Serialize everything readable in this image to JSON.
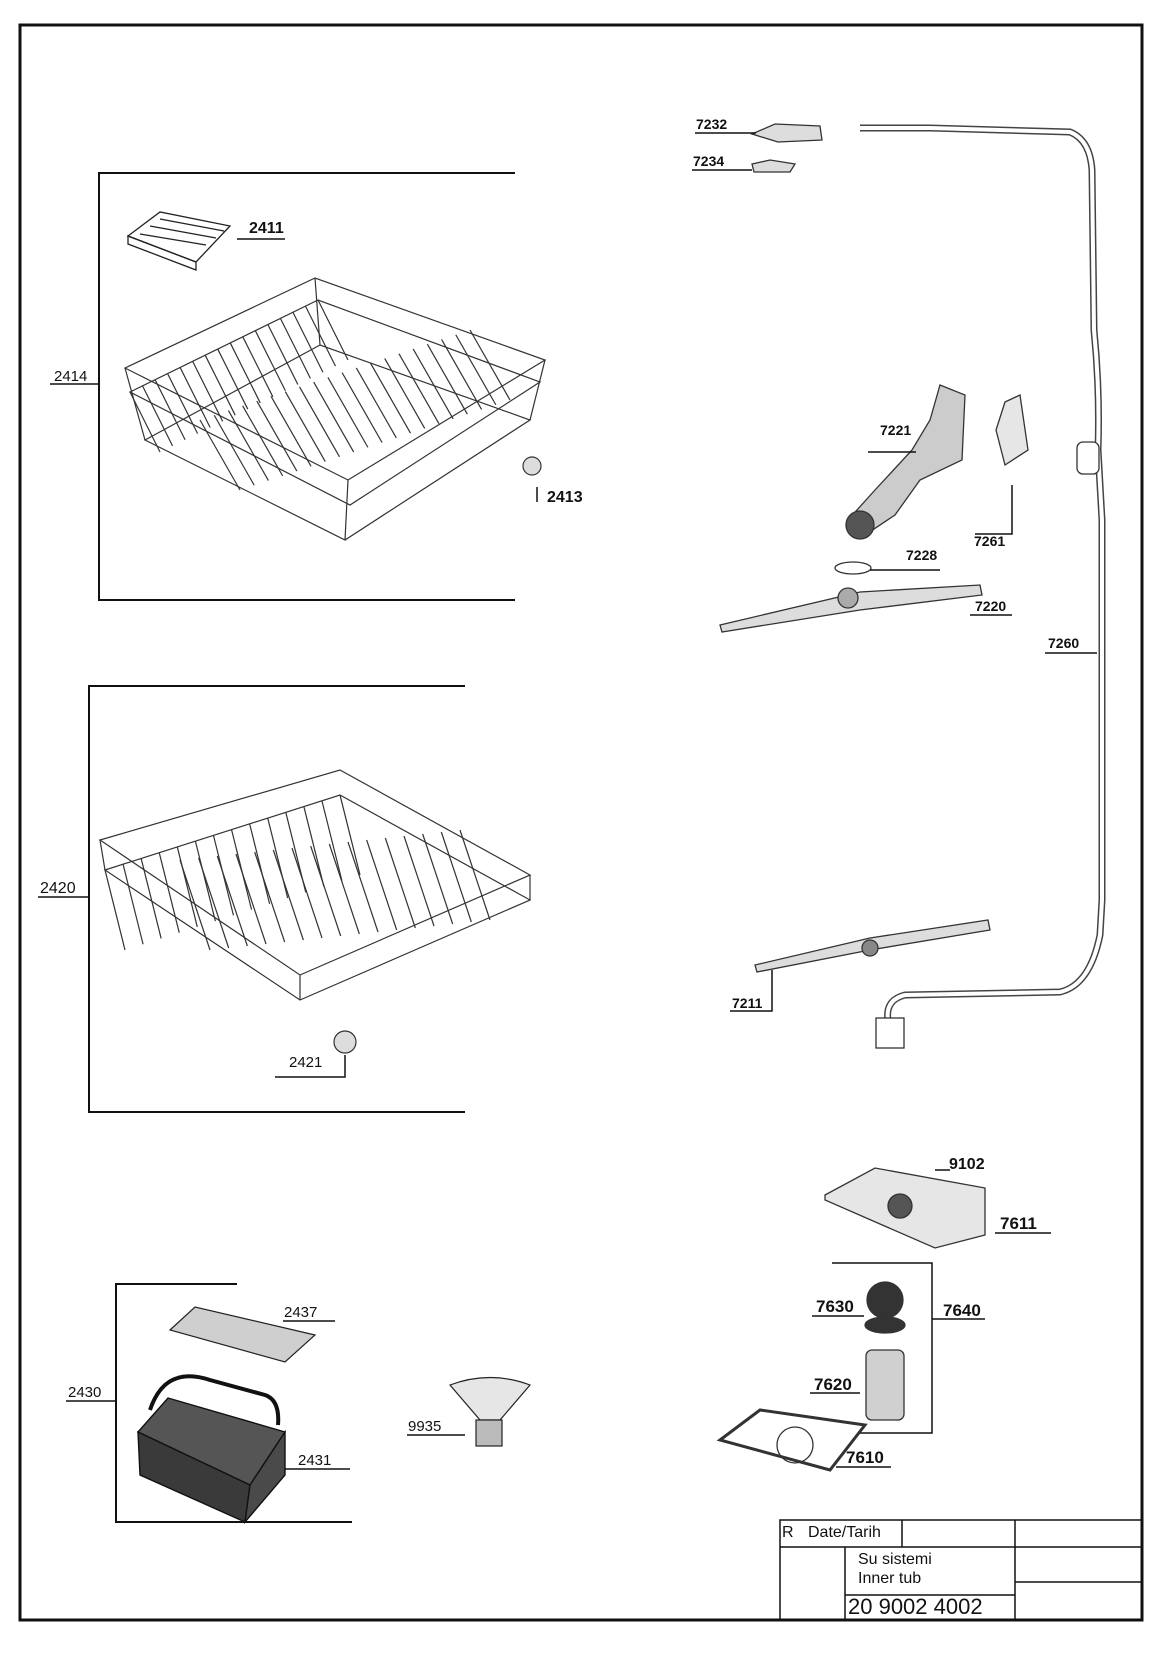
{
  "parts": {
    "p2411": "2411",
    "p2414": "2414",
    "p2413": "2413",
    "p2420": "2420",
    "p2421": "2421",
    "p2430": "2430",
    "p2437": "2437",
    "p2431": "2431",
    "p9935": "9935",
    "p7232": "7232",
    "p7234": "7234",
    "p7221": "7221",
    "p7261": "7261",
    "p7228": "7228",
    "p7220": "7220",
    "p7260": "7260",
    "p7211": "7211",
    "p9102": "9102",
    "p7611": "7611",
    "p7630": "7630",
    "p7640": "7640",
    "p7620": "7620",
    "p7610": "7610"
  },
  "title_block": {
    "rev": "R",
    "date_label": "Date/Tarih",
    "desc_tr": "Su sistemi",
    "desc_en": "Inner tub",
    "doc_number": "20 9002 4002"
  }
}
